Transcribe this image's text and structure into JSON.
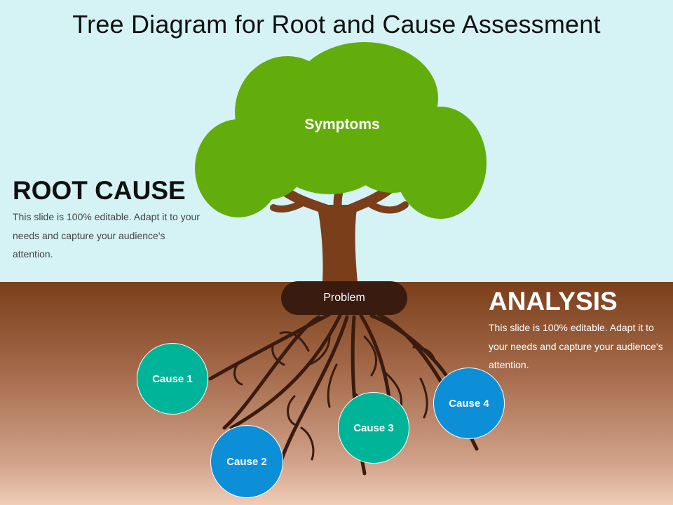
{
  "title": "Tree Diagram for Root and Cause Assessment",
  "crown_label": "Symptoms",
  "trunk_label": "Problem",
  "root_cause": {
    "heading": "ROOT CAUSE",
    "body": "This slide is 100% editable. Adapt it to your needs and capture your audience's attention."
  },
  "analysis": {
    "heading": "ANALYSIS",
    "body": "This slide is 100% editable. Adapt it to your needs and capture your audience's attention."
  },
  "causes": [
    {
      "label": "Cause 1",
      "color": "#00b49a"
    },
    {
      "label": "Cause 2",
      "color": "#0d8fd8"
    },
    {
      "label": "Cause 3",
      "color": "#00b49a"
    },
    {
      "label": "Cause 4",
      "color": "#0d8fd8"
    }
  ],
  "colors": {
    "sky": "#d5f3f5",
    "soil_top": "#7b3f1a",
    "foliage": "#62ad0c",
    "foliage_light": "#6cc10a",
    "trunk": "#7a3e1b",
    "roots": "#3a1b0f"
  }
}
